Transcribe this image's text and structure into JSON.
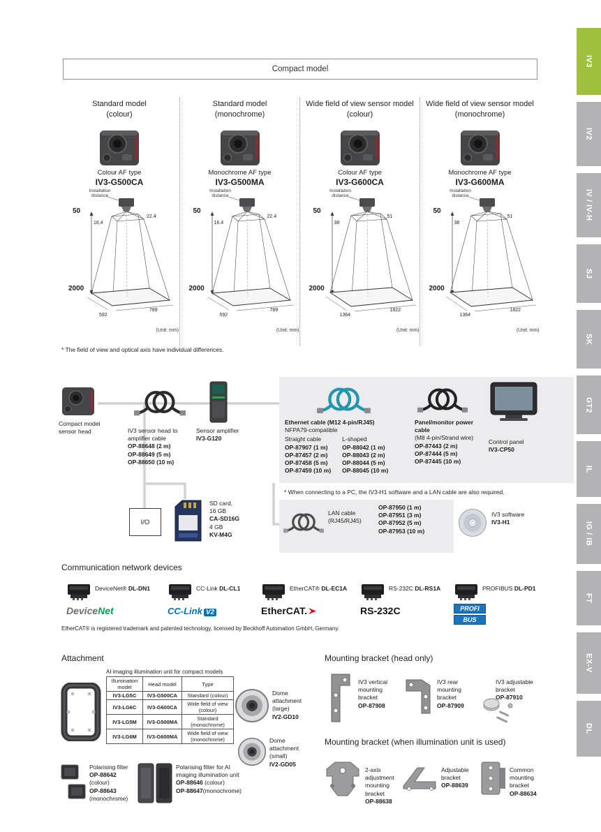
{
  "header": {
    "title": "Compact model"
  },
  "sidebar": {
    "tabs": [
      {
        "label": "IV3"
      },
      {
        "label": "IV2"
      },
      {
        "label": "IV / IV-H"
      },
      {
        "label": "SJ"
      },
      {
        "label": "SK"
      },
      {
        "label": "GT2"
      },
      {
        "label": "IL"
      },
      {
        "label": "IG / IB"
      },
      {
        "label": "FT"
      },
      {
        "label": "EX-V"
      },
      {
        "label": "DL"
      }
    ]
  },
  "models": [
    {
      "title": "Standard model\n(colour)",
      "af": "Colour AF type",
      "name": "IV3-G500CA",
      "install": "Installation\ndistance",
      "near": "50",
      "far": "2000",
      "near_w1": "16.4",
      "near_w2": "22.4",
      "far_w": "592",
      "far_d": "789",
      "unit": "(Unit: mm)"
    },
    {
      "title": "Standard model\n(monochrome)",
      "af": "Monochrome AF type",
      "name": "IV3-G500MA",
      "install": "Installation\ndistance",
      "near": "50",
      "far": "2000",
      "near_w1": "16.4",
      "near_w2": "22.4",
      "far_w": "592",
      "far_d": "789",
      "unit": "(Unit: mm)"
    },
    {
      "title": "Wide field of view sensor model\n(colour)",
      "af": "Colour AF type",
      "name": "IV3-G600CA",
      "install": "Installation\ndistance",
      "near": "50",
      "far": "2000",
      "near_w1": "38",
      "near_w2": "51",
      "far_w": "1364",
      "far_d": "1822",
      "unit": "(Unit: mm)"
    },
    {
      "title": "Wide field of view sensor model\n(monochrome)",
      "af": "Monochrome AF type",
      "name": "IV3-G600MA",
      "install": "Installation\ndistance",
      "near": "50",
      "far": "2000",
      "near_w1": "38",
      "near_w2": "51",
      "far_w": "1364",
      "far_d": "1822",
      "unit": "(Unit: mm)"
    }
  ],
  "fov_note": "* The field of view and optical axis have individual differences.",
  "system": {
    "sensor_head": "Compact model\nsensor head",
    "amp_cable": {
      "title": "IV3 sensor head to\namplifier cable",
      "items": "OP-88648 (2 m)\nOP-88649 (5 m)\nOP-88650 (10 m)"
    },
    "amplifier": {
      "title": "Sensor amplifier",
      "model": "IV3-G120"
    },
    "ethernet": {
      "title": "Ethernet cable (M12 4-pin/RJ45)",
      "subtitle": "NFPA79-compatible",
      "straight_label": "Straight cable",
      "straight_items": "OP-87907 (1 m)\nOP-87457 (2 m)\nOP-87458 (5 m)\nOP-87459 (10 m)",
      "lshaped_label": "L-shaped",
      "lshaped_items": "OP-88042 (1 m)\nOP-88043 (2 m)\nOP-88044 (5 m)\nOP-88045 (10 m)"
    },
    "power": {
      "title": "Panel/monitor power\ncable",
      "subtitle": "(M8 4-pin/Strand wire)",
      "items": "OP-87443 (2 m)\nOP-87444 (5 m)\nOP-87445 (10 m)"
    },
    "control_panel": {
      "title": "Control panel",
      "model": "IV3-CP50"
    },
    "io": "I/O",
    "sd": {
      "l1": "SD card,",
      "l2": "16 GB",
      "m1": "CA-SD16G",
      "l3": "4 GB",
      "m2": "KV-M4G"
    },
    "pc_note": "* When connecting to a PC, the IV3-H1 software and a LAN cable are also required.",
    "lan": {
      "title": "LAN cable",
      "subtitle": "(RJ45/RJ45)",
      "items": "OP-87950 (1 m)\nOP-87951 (3 m)\nOP-87952 (5 m)\nOP-87953 (10 m)"
    },
    "software": {
      "title": "IV3 software",
      "model": "IV3-H1"
    }
  },
  "network": {
    "title": "Communication network devices",
    "items": [
      {
        "name": "DeviceNet®",
        "model": "DL-DN1",
        "logo1": "Device",
        "logo2": "Net"
      },
      {
        "name": "CC-Link",
        "model": "DL-CL1",
        "logo1": "CC-Link",
        "logo2": "V2"
      },
      {
        "name": "EtherCAT®",
        "model": "DL-EC1A",
        "logo1": "EtherCAT."
      },
      {
        "name": "RS-232C",
        "model": "DL-RS1A",
        "logo1": "RS-232C"
      },
      {
        "name": "PROFIBUS",
        "model": "DL-PD1",
        "logo1": "PROFI",
        "logo2": "BUS"
      }
    ],
    "note": "EtherCAT® is registered trademark and patented technology, licensed by Beckhoff Automation GmbH, Germany."
  },
  "attachment": {
    "title": "Attachment",
    "table_title": "AI imaging illumination unit for compact models",
    "headers": [
      "Illumination model",
      "Head model",
      "Type"
    ],
    "rows": [
      {
        "illum": "IV3-LG5C",
        "head": "IV3-G500CA",
        "type": "Standard (colour)"
      },
      {
        "illum": "IV3-LG6C",
        "head": "IV3-G600CA",
        "type": "Wide field of view (colour)"
      },
      {
        "illum": "IV3-LG5M",
        "head": "IV3-G500MA",
        "type": "Standard (monochrome)"
      },
      {
        "illum": "IV3-LG6M",
        "head": "IV3-G600MA",
        "type": "Wide field of view (monochrome)"
      }
    ],
    "dome_large": {
      "label": "Dome\nattachment\n(large)",
      "model": "IV2-GD10"
    },
    "dome_small": {
      "label": "Dome\nattachment\n(small)",
      "model": "IV2-GD05"
    },
    "pol": {
      "l1": "Polarising filter",
      "m1": "OP-88642",
      "s1": "(colour)",
      "m2": "OP-88643",
      "s2": "(monochrome)"
    },
    "pol_ai": {
      "l1": "Polarising filter for AI\nimaging illumination unit",
      "m1": "OP-88646",
      "s1": "(colour)",
      "m2": "OP-88647",
      "s2": "(monochrome)"
    }
  },
  "mounting_head": {
    "title": "Mounting bracket (head only)",
    "items": [
      {
        "label": "IV3 vertical\nmounting\nbracket",
        "model": "OP-87908"
      },
      {
        "label": "IV3 rear\nmounting\nbracket",
        "model": "OP-87909"
      },
      {
        "label": "IV3 adjustable\nbracket",
        "model": "OP-87910"
      }
    ]
  },
  "mounting_illum": {
    "title": "Mounting bracket (when illumination unit is used)",
    "items": [
      {
        "label": "2-axis\nadjustment\nmounting\nbracket",
        "model": "OP-88638"
      },
      {
        "label": "Adjustable\nbracket",
        "model": "OP-88639"
      },
      {
        "label": "Common\nmounting\nbracket",
        "model": "OP-88634"
      }
    ]
  }
}
